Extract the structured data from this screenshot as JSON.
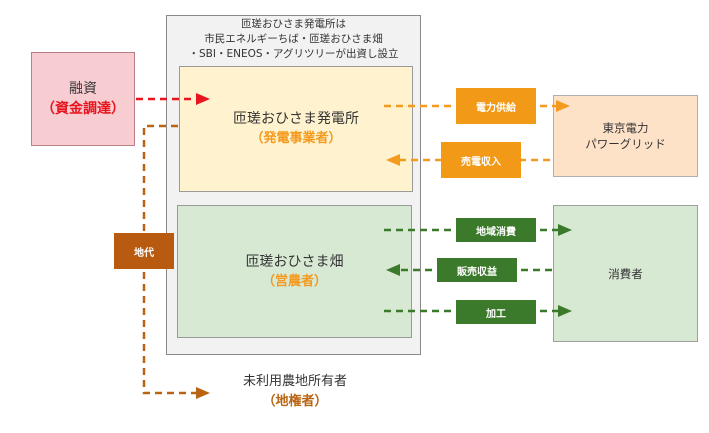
{
  "plant_company": {
    "title_line1": "匝瑳おひさま発電所は",
    "title_line2": "市民エネルギーちば・匝瑳おひさま畑",
    "title_line3": "・SBI・ENEOS・アグリツリーが出資し設立"
  },
  "financing": {
    "label": "融資",
    "sub": "（資金調達）"
  },
  "power_operator": {
    "label": "匝瑳おひさま発電所",
    "sub": "（発電事業者）"
  },
  "farm_operator": {
    "label": "匝瑳おひさま畑",
    "sub": "（営農者）"
  },
  "grid_company": {
    "line1": "東京電力",
    "line2": "パワーグリッド"
  },
  "consumers": {
    "label": "消費者"
  },
  "landowner": {
    "label": "未利用農地所有者",
    "sub": "（地権者）"
  },
  "flows": {
    "power_supply": "電力供給",
    "sales_revenue": "売電収入",
    "local_consumption": "地域消費",
    "produce_revenue": "販売収益",
    "processing": "加工",
    "land_rent": "地代"
  },
  "colors": {
    "red_arrow": "#e8141e",
    "orange_arrow": "#f39a1f",
    "green_arrow": "#3a7a2a",
    "brown_arrow": "#b86412"
  }
}
